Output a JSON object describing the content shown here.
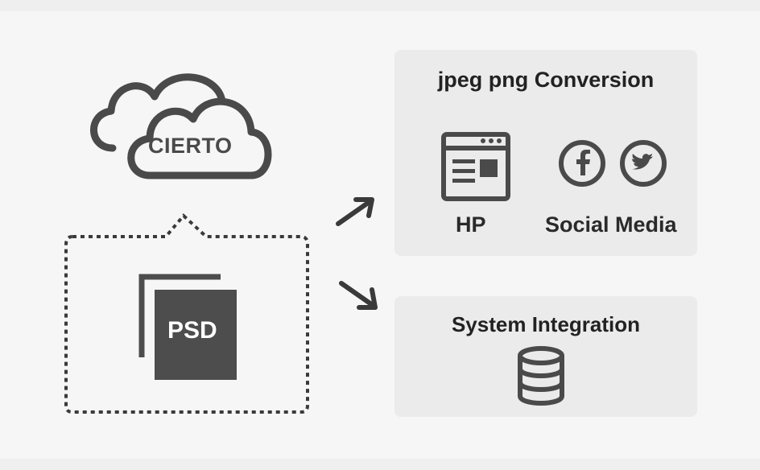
{
  "cloud": {
    "label": "CIERTO",
    "icon": "cloud-icon"
  },
  "source": {
    "label": "PSD",
    "icon": "psd-file-icon"
  },
  "conversion_panel": {
    "title": "jpeg png Conversion",
    "items": [
      {
        "label": "HP",
        "icon": "webpage-icon"
      },
      {
        "label": "Social Media",
        "icons": [
          "facebook-icon",
          "twitter-icon"
        ]
      }
    ]
  },
  "integration_panel": {
    "title": "System Integration",
    "icon": "database-icon"
  },
  "colors": {
    "background": "#f6f6f6",
    "panel": "#ebebeb",
    "icon": "#4a4a4a",
    "psd_fill": "#4d4d4d"
  }
}
